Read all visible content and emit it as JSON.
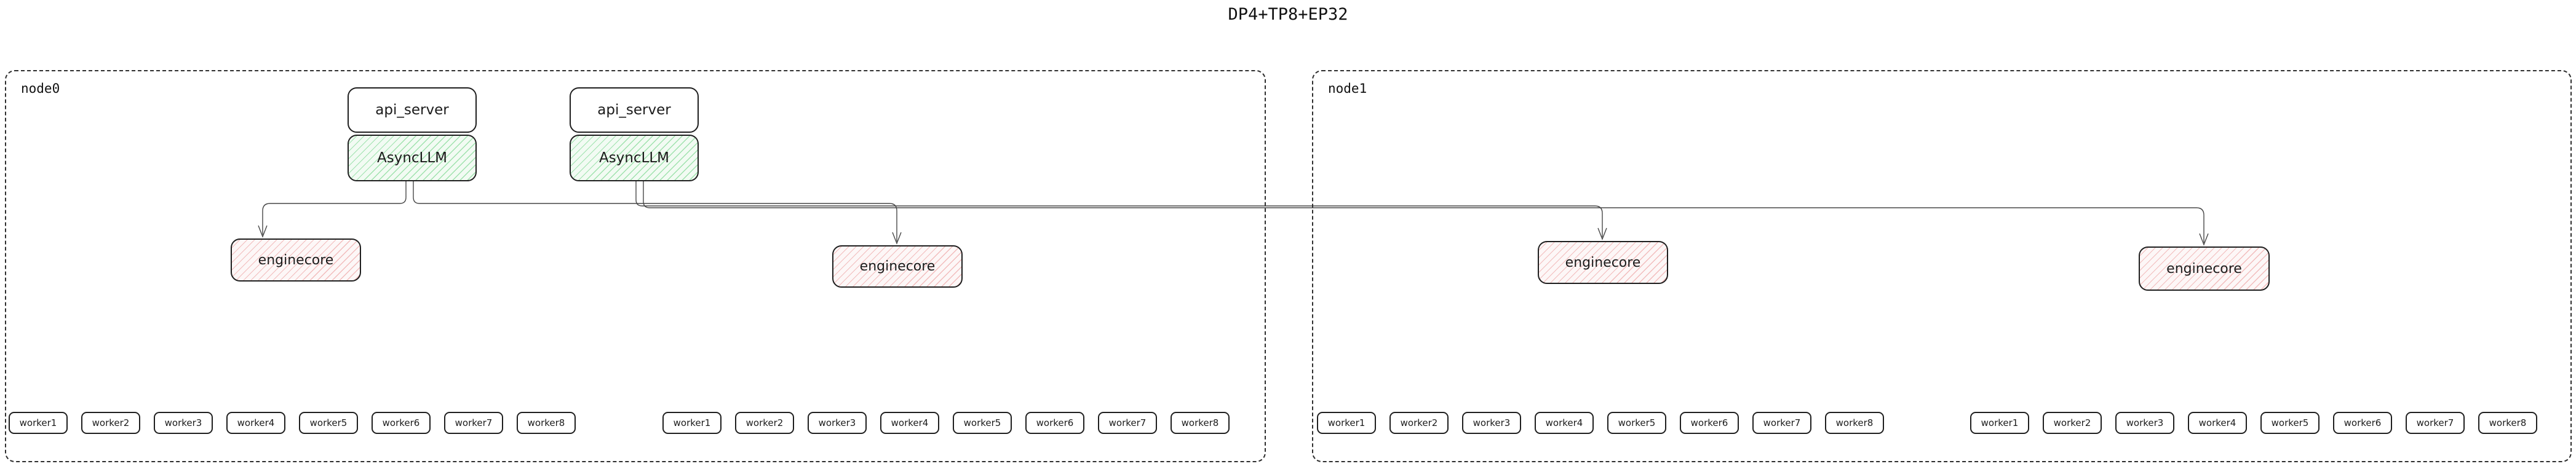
{
  "title": "DP4+TP8+EP32",
  "colors": {
    "box_border": "#1f1f1f",
    "edge_line": "#474747",
    "node_border": "#2e2e2e",
    "async_llm_fill": "#f2fbf3",
    "async_llm_hatch": "#9fe2ad",
    "enginecore_fill": "#fdf7f7",
    "enginecore_hatch": "#f2bcbc"
  },
  "node0": {
    "label": "node0",
    "api_servers": [
      {
        "api_server": "api_server",
        "async_llm": "AsyncLLM"
      },
      {
        "api_server": "api_server",
        "async_llm": "AsyncLLM"
      }
    ],
    "enginecores": [
      "enginecore",
      "enginecore"
    ],
    "worker_groups": [
      [
        "worker1",
        "worker2",
        "worker3",
        "worker4",
        "worker5",
        "worker6",
        "worker7",
        "worker8"
      ],
      [
        "worker1",
        "worker2",
        "worker3",
        "worker4",
        "worker5",
        "worker6",
        "worker7",
        "worker8"
      ]
    ]
  },
  "node1": {
    "label": "node1",
    "enginecores": [
      "enginecore",
      "enginecore"
    ],
    "worker_groups": [
      [
        "worker1",
        "worker2",
        "worker3",
        "worker4",
        "worker5",
        "worker6",
        "worker7",
        "worker8"
      ],
      [
        "worker1",
        "worker2",
        "worker3",
        "worker4",
        "worker5",
        "worker6",
        "worker7",
        "worker8"
      ]
    ]
  }
}
